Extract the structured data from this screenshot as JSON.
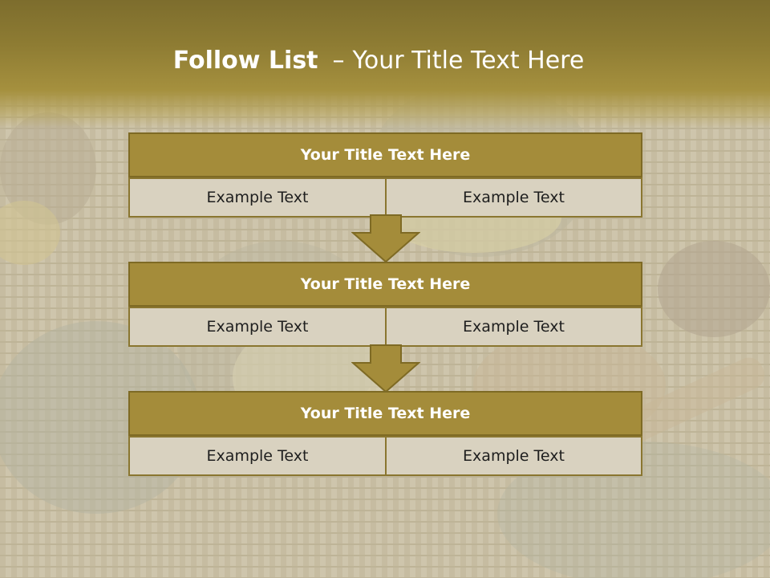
{
  "slide": {
    "title_bold": "Follow List",
    "title_separator": "–",
    "title_rest": "Your Title Text Here"
  },
  "steps": [
    {
      "title": "Your Title Text Here",
      "left": "Example Text",
      "right": "Example Text"
    },
    {
      "title": "Your Title Text Here",
      "left": "Example Text",
      "right": "Example Text"
    },
    {
      "title": "Your Title Text Here",
      "left": "Example Text",
      "right": "Example Text"
    }
  ],
  "colors": {
    "header": "#8e7c33",
    "block_title_fill": "#a48c3a",
    "block_border": "#7e6a24",
    "cell_fill": "#d9d2c0",
    "arrow_fill": "#a48c3a"
  },
  "background": {
    "image": "pale faded photo of spoons, bowls and stones on woven mat"
  }
}
